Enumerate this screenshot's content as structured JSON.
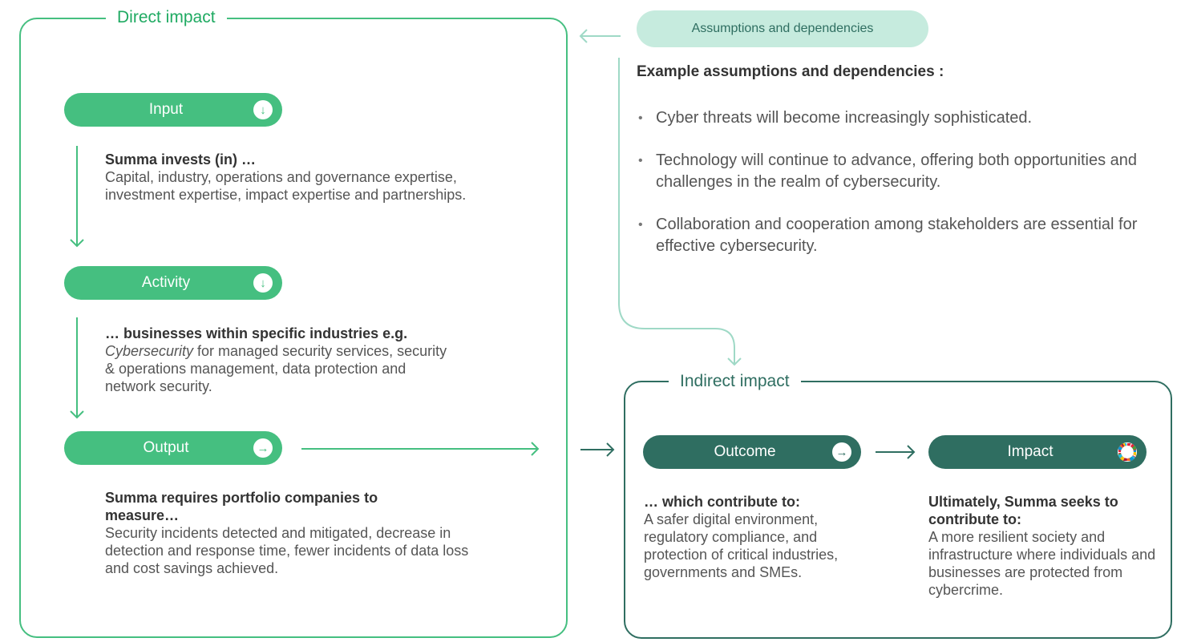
{
  "direct_impact": {
    "title": "Direct impact",
    "input": {
      "label": "Input",
      "icon": "arrow-down-icon",
      "heading": "Summa invests (in) …",
      "body": "Capital, industry, operations and governance expertise, investment expertise, impact expertise and partnerships."
    },
    "activity": {
      "label": "Activity",
      "icon": "arrow-down-icon",
      "heading": "… businesses within specific industries e.g.",
      "body_em": "Cybersecurity",
      "body": " for managed security services, security & operations management, data protection and network security."
    },
    "output": {
      "label": "Output",
      "icon": "arrow-right-icon",
      "heading": "Summa requires portfolio companies to measure…",
      "body": "Security incidents detected and mitigated, decrease in detection and response time, fewer incidents of data loss and cost savings achieved."
    }
  },
  "assumptions": {
    "pill_label": "Assumptions and dependencies",
    "heading": "Example assumptions and dependencies :",
    "items": [
      "Cyber threats will become increasingly sophisticated.",
      "Technology will continue to advance, offering both opportunities and challenges in the realm of cybersecurity.",
      "Collaboration and cooperation among stakeholders are essential for effective cybersecurity."
    ]
  },
  "indirect_impact": {
    "title": "Indirect impact",
    "outcome": {
      "label": "Outcome",
      "icon": "arrow-right-icon",
      "heading": "… which contribute to:",
      "body": "A safer digital environment, regulatory compliance, and protection of critical industries, governments and SMEs."
    },
    "impact": {
      "label": "Impact",
      "icon": "sdg-wheel-icon",
      "heading": "Ultimately, Summa seeks to contribute to:",
      "body": "A more resilient society and infrastructure where individuals and businesses are protected from cybercrime."
    }
  },
  "colors": {
    "light_green": "#45bf80",
    "dark_green": "#2f6e61",
    "pale_green": "#c6ebde",
    "connector": "#9fd9c6"
  }
}
